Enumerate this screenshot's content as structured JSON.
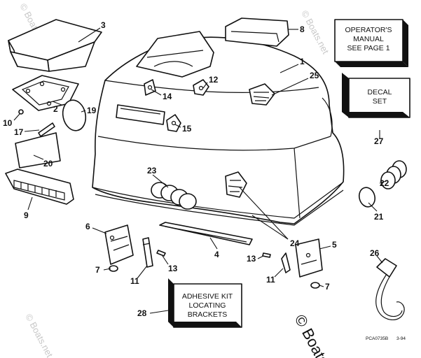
{
  "callouts": [
    {
      "id": "c1",
      "text": "1"
    },
    {
      "id": "c2",
      "text": "2"
    },
    {
      "id": "c3",
      "text": "3"
    },
    {
      "id": "c4",
      "text": "4"
    },
    {
      "id": "c5",
      "text": "5"
    },
    {
      "id": "c6",
      "text": "6"
    },
    {
      "id": "c7a",
      "text": "7"
    },
    {
      "id": "c7b",
      "text": "7"
    },
    {
      "id": "c8",
      "text": "8"
    },
    {
      "id": "c9",
      "text": "9"
    },
    {
      "id": "c10",
      "text": "10"
    },
    {
      "id": "c11a",
      "text": "11"
    },
    {
      "id": "c11b",
      "text": "11"
    },
    {
      "id": "c12",
      "text": "12"
    },
    {
      "id": "c13a",
      "text": "13"
    },
    {
      "id": "c13b",
      "text": "13"
    },
    {
      "id": "c14",
      "text": "14"
    },
    {
      "id": "c15",
      "text": "15"
    },
    {
      "id": "c17",
      "text": "17"
    },
    {
      "id": "c19",
      "text": "19"
    },
    {
      "id": "c20",
      "text": "20"
    },
    {
      "id": "c21",
      "text": "21"
    },
    {
      "id": "c22",
      "text": "22"
    },
    {
      "id": "c23",
      "text": "23"
    },
    {
      "id": "c24",
      "text": "24"
    },
    {
      "id": "c25",
      "text": "25"
    },
    {
      "id": "c26",
      "text": "26"
    },
    {
      "id": "c27",
      "text": "27"
    },
    {
      "id": "c28",
      "text": "28"
    }
  ],
  "boxes": {
    "operators_manual": [
      "OPERATOR'S",
      "MANUAL",
      "SEE PAGE 1"
    ],
    "decal_set": [
      "DECAL",
      "SET"
    ],
    "adhesive_kit": [
      "ADHESIVE KIT",
      "LOCATING",
      "BRACKETS"
    ]
  },
  "diagram_code": "PCA0735B",
  "diagram_date": "3-94",
  "watermark": "© Boats.net",
  "watermark_large": "© Boats"
}
